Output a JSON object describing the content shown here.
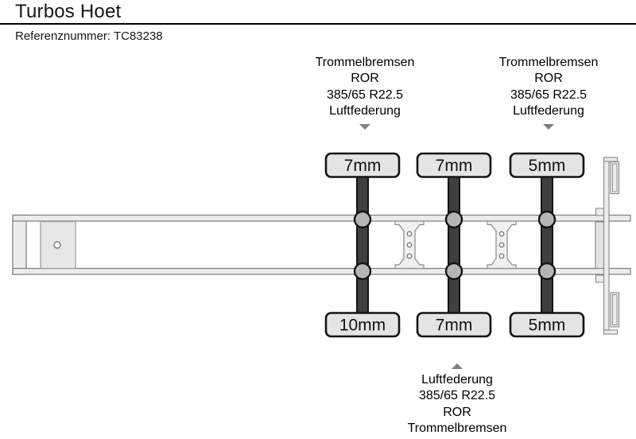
{
  "window": {
    "title": "Turbos Hoet",
    "reference": "Referenznummer: TC83238"
  },
  "diagram": {
    "axles": [
      {
        "id": "axle-1",
        "tread_top": "7mm",
        "tread_bottom": "10mm"
      },
      {
        "id": "axle-2",
        "tread_top": "7mm",
        "tread_bottom": "7mm"
      },
      {
        "id": "axle-3",
        "tread_top": "5mm",
        "tread_bottom": "5mm"
      }
    ],
    "annotations": {
      "axle1": {
        "lines": [
          "Trommelbremsen",
          "ROR",
          "385/65 R22.5",
          "Luftfederung"
        ]
      },
      "axle3": {
        "lines": [
          "Trommelbremsen",
          "ROR",
          "385/65 R22.5",
          "Luftfederung"
        ]
      },
      "axle2": {
        "lines": [
          "Luftfederung",
          "385/65 R22.5",
          "ROR",
          "Trommelbremsen"
        ]
      }
    }
  },
  "colors": {
    "frame_fill": "#ececec",
    "frame_stroke": "#7d7d7d",
    "tire_fill": "#3f3f3f",
    "hub_fill": "#b5b5b5",
    "label_fill": "#e4e4e4",
    "outline": "#141414",
    "arrow": "#7f7f7f",
    "divider": "#000000"
  }
}
